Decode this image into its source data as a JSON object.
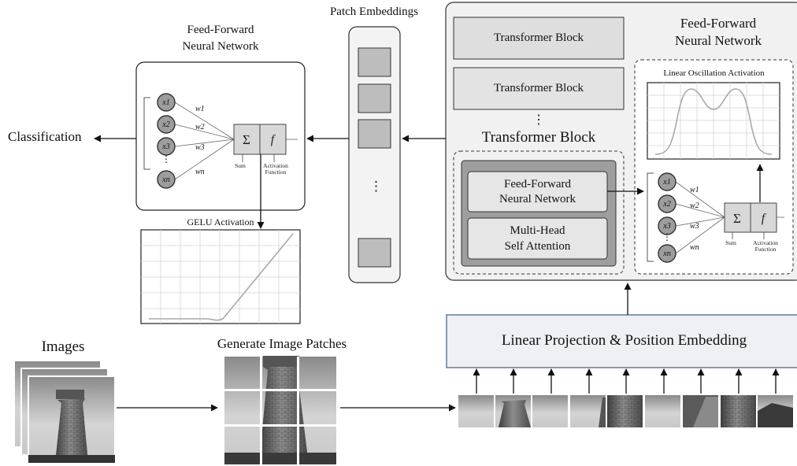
{
  "classification": "Classification",
  "left_ffn": {
    "title_line1": "Feed-Forward",
    "title_line2": "Neural Network",
    "inputs": [
      "x1",
      "x2",
      "x3",
      "⋮",
      "xn"
    ],
    "weights": [
      "w1",
      "w2",
      "w3",
      "wn"
    ],
    "sum_symbol": "Σ",
    "act_symbol": "f",
    "sum_label": "Sum",
    "act_label_line1": "Activation",
    "act_label_line2": "Function"
  },
  "gelu": {
    "title": "GELU Activation"
  },
  "patch_embeddings": {
    "title": "Patch Embeddings",
    "ellipsis": "⋮"
  },
  "transformer": {
    "block1": "Transformer Block",
    "block2": "Transformer Block",
    "ellipsis": "⋮",
    "block_title": "Transformer Block",
    "ffn_line1": "Feed-Forward",
    "ffn_line2": "Neural Network",
    "mhsa_line1": "Multi-Head",
    "mhsa_line2": "Self Attention"
  },
  "right_ffn": {
    "title_line1": "Feed-Forward",
    "title_line2": "Neural Network",
    "loa_title": "Linear Oscillation Activation",
    "inputs": [
      "x1",
      "x2",
      "x3",
      "⋮",
      "xn"
    ],
    "weights": [
      "w1",
      "w2",
      "w3",
      "wn"
    ],
    "sum_symbol": "Σ",
    "act_symbol": "f",
    "sum_label": "Sum",
    "act_label_line1": "Activation",
    "act_label_line2": "Function"
  },
  "linear_projection": "Linear Projection & Position Embedding",
  "images_label": "Images",
  "patches_label": "Generate Image Patches",
  "colors": {
    "panel_fill": "#f1f1f1",
    "block_fill": "#e3e3e3",
    "patch_fill": "#bdbdbd",
    "node_fill": "#9d9d9d",
    "grid": "#cfcfcf",
    "linear_proj_fill": "#eef0f5",
    "linear_proj_stroke": "#5a6f9a"
  }
}
